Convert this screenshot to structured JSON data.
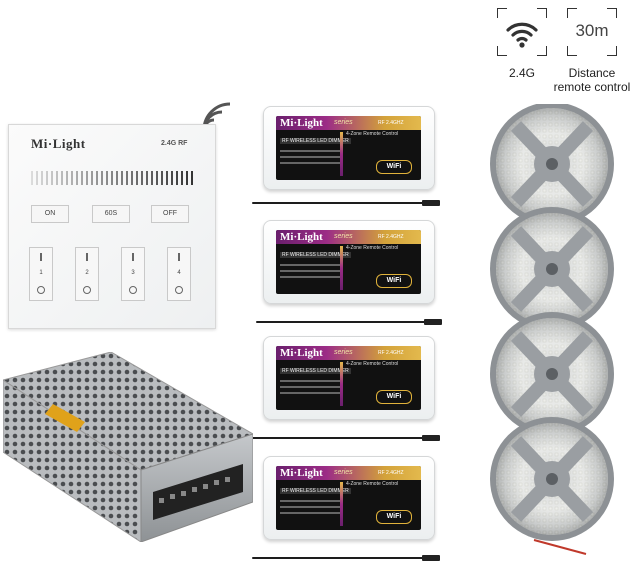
{
  "features": [
    {
      "icon": "wifi-signal-icon",
      "caption": "2.4G"
    },
    {
      "value": "30m",
      "caption_line1": "Distance",
      "caption_line2": "remote control"
    }
  ],
  "panel": {
    "brand": "Mi·Light",
    "rf_label": "2.4G RF",
    "buttons": [
      "ON",
      "60S",
      "OFF"
    ],
    "zones": [
      "1",
      "2",
      "3",
      "4"
    ]
  },
  "controller": {
    "brand": "Mi·Light",
    "series": "series",
    "freq": "RF 2.4GHZ",
    "zone_text": "4-Zone Remote Control",
    "dimmer_text": "RF WIRELESS LED DIMMER",
    "wifi": "WiFi"
  },
  "colors": {
    "label_gradient_start": "#6a1f6d",
    "label_gradient_end": "#e3b94d",
    "reel": "#9ea3a8"
  }
}
